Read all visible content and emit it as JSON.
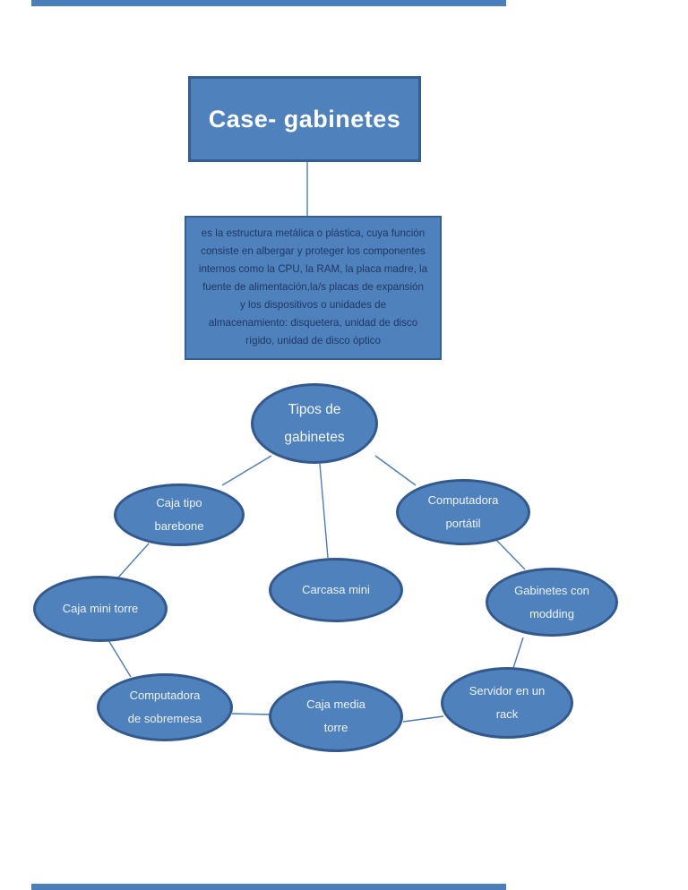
{
  "title_box": {
    "text": "Case- gabinetes"
  },
  "description_box": {
    "lines": [
      "es la estructura metálica o plástica, cuya función",
      "consiste en albergar y proteger los componentes",
      "internos como la CPU, la RAM, la placa madre, la",
      "fuente de alimentación,la/s placas de expansión",
      "y los dispositivos o unidades de",
      "almacenamiento: disquetera, unidad de disco",
      "rígido, unidad de disco óptico"
    ]
  },
  "nodes": {
    "root": {
      "line1": "Tipos de",
      "line2": "gabinetes"
    },
    "barebone": {
      "line1": "Caja tipo",
      "line2": "barebone"
    },
    "portatil": {
      "line1": "Computadora",
      "line2": "portátil"
    },
    "carcasa": {
      "line1": "Carcasa mini"
    },
    "minitorre": {
      "line1": "Caja mini torre"
    },
    "modding": {
      "line1": "Gabinetes con",
      "line2": "modding"
    },
    "sobremesa": {
      "line1": "Computadora",
      "line2": "de sobremesa"
    },
    "mediatorre": {
      "line1": "Caja media",
      "line2": "torre"
    },
    "servidor": {
      "line1": "Servidor en un",
      "line2": "rack"
    }
  },
  "colors": {
    "shape_fill": "#4f81bd",
    "shape_border": "#365f91",
    "connector": "#4f7ab3",
    "title_text": "#ffffff",
    "node_text": "#eef3f9",
    "description_text": "#1f3864",
    "edge_bar": "#4a7ebb",
    "background": "#ffffff"
  }
}
